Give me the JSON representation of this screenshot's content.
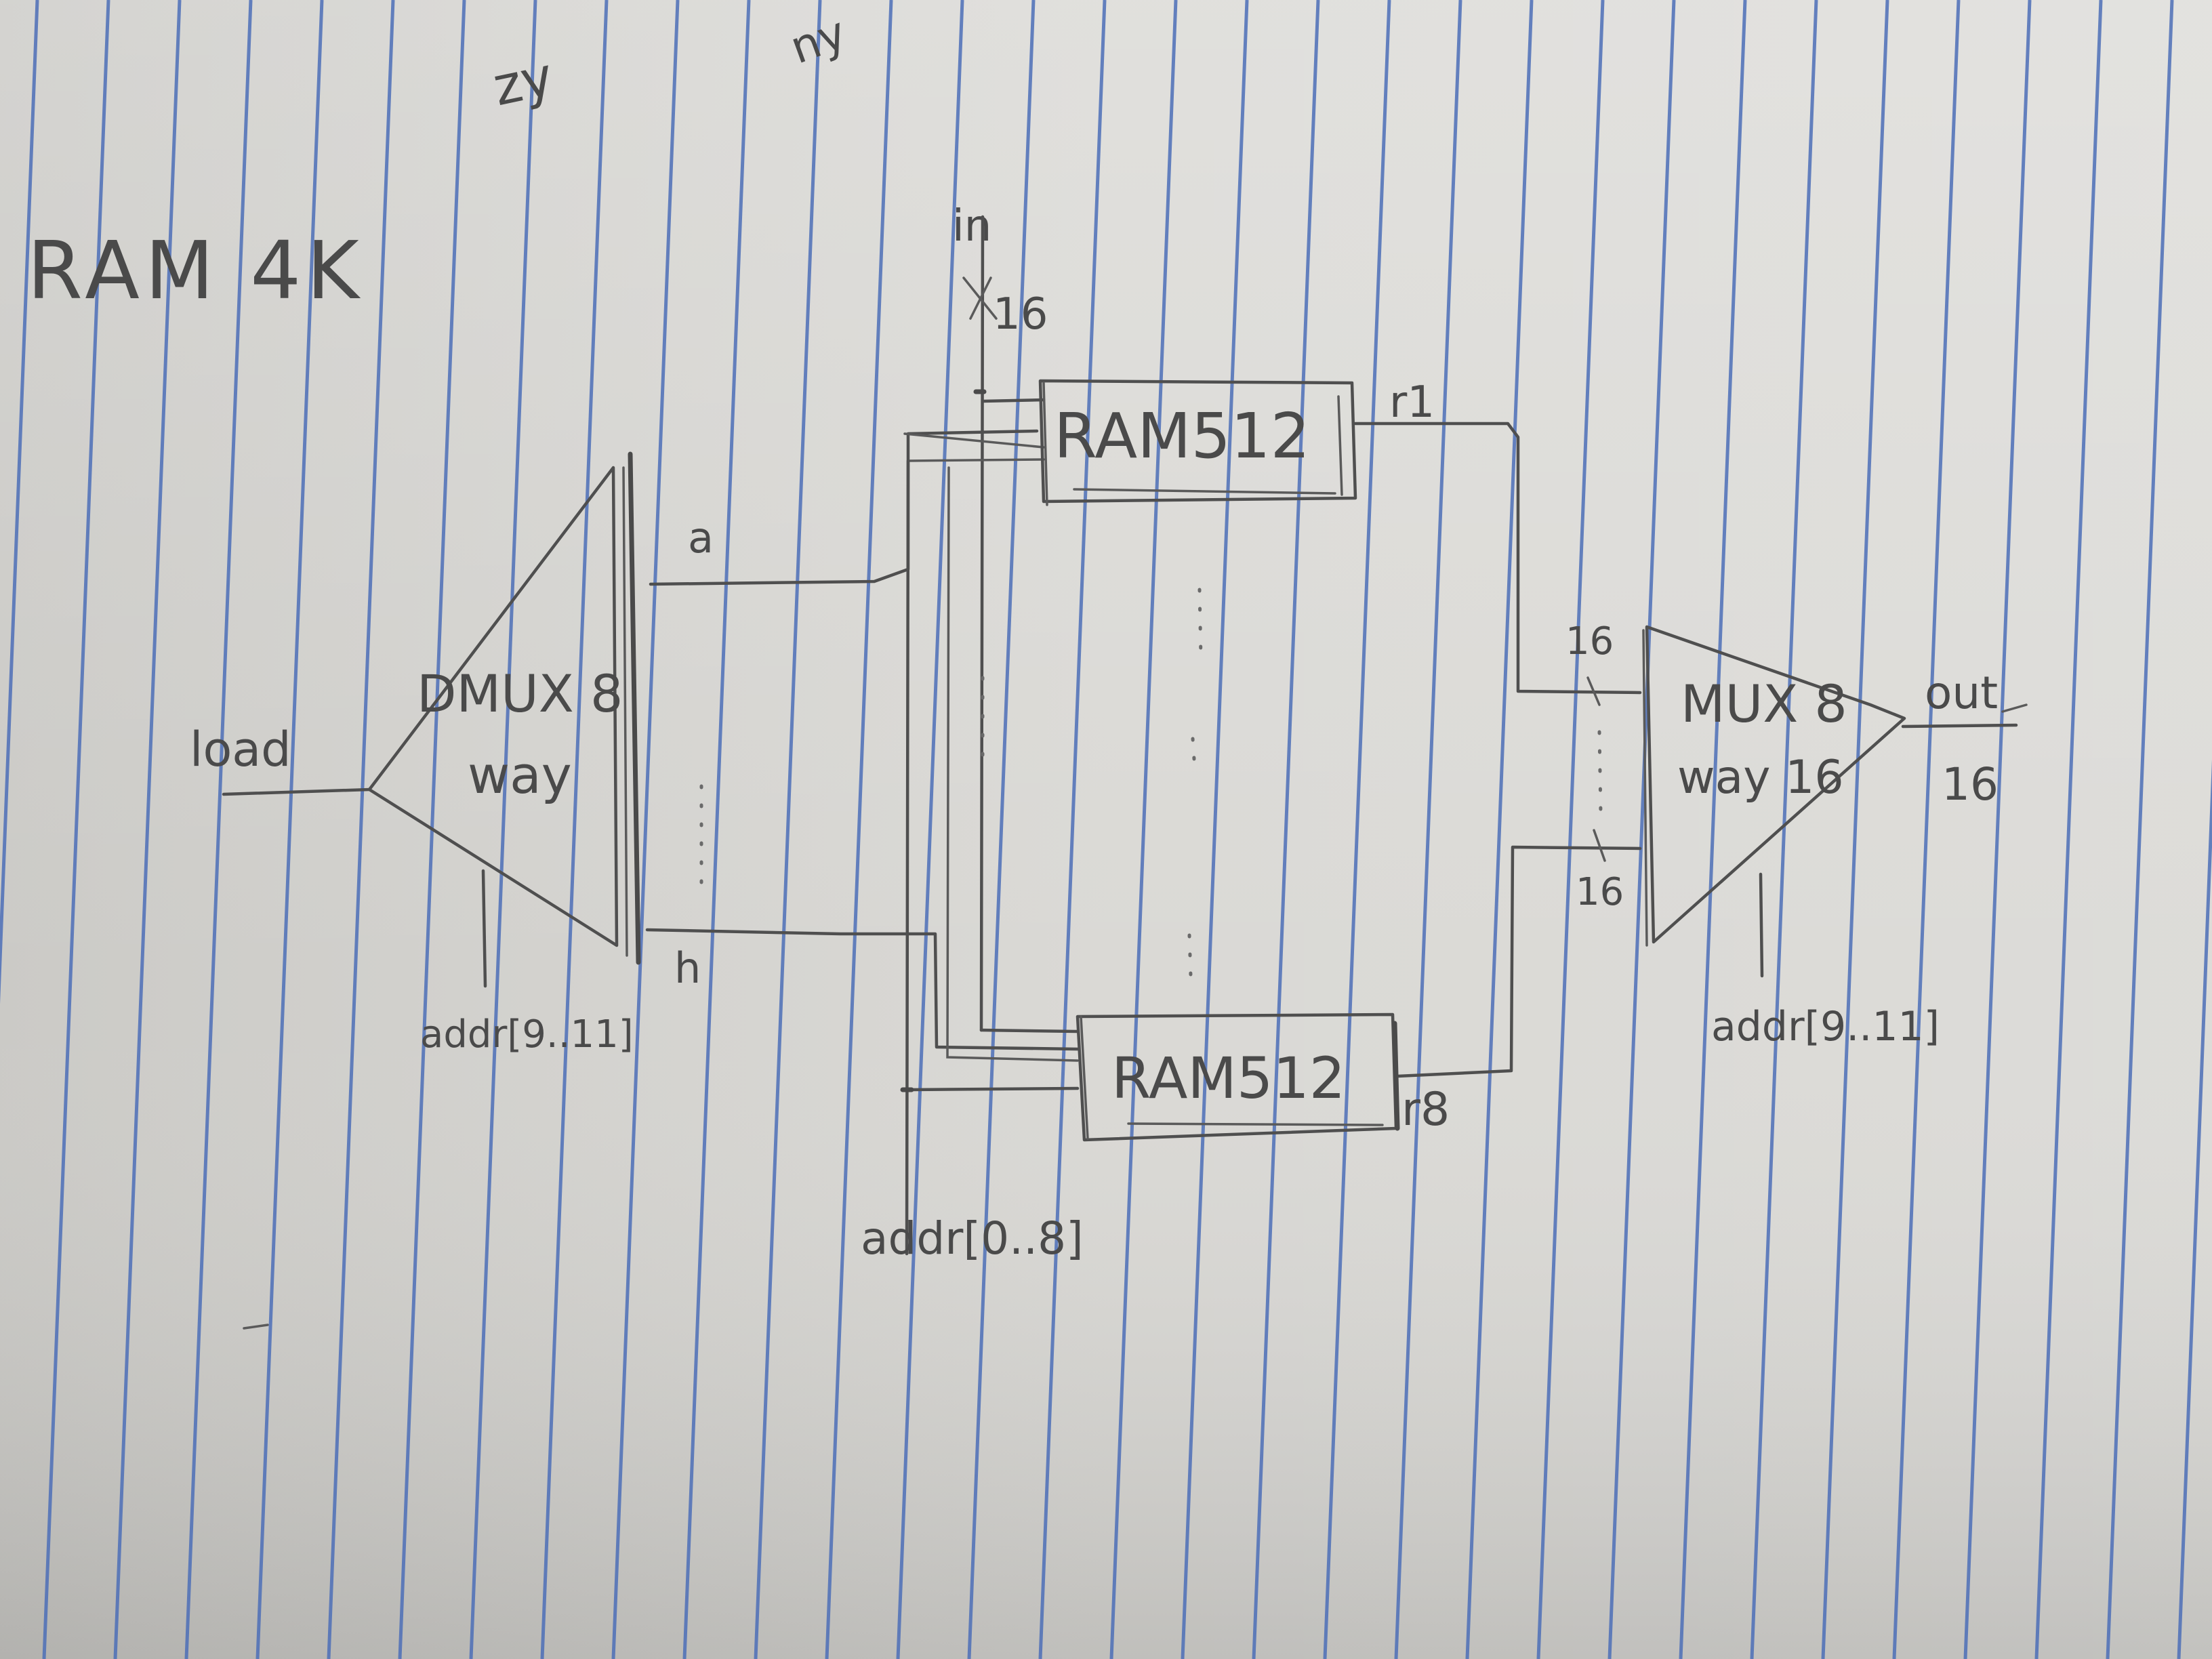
{
  "title": "RAM 4K",
  "top_scribbles": [
    "zy",
    "ny"
  ],
  "input": {
    "label": "in",
    "width": "16"
  },
  "load_label": "load",
  "demux": {
    "line1": "DMUX 8",
    "line2": "way",
    "out_first": "a",
    "out_last": "h",
    "sel_label": "addr[9..11]"
  },
  "ram_top": {
    "label": "RAM512",
    "out": "r1"
  },
  "ram_bottom": {
    "label": "RAM512",
    "out": "r8"
  },
  "addr_low_label": "addr[0..8]",
  "mux": {
    "line1": "MUX 8",
    "line2": "way 16",
    "in_width_top": "16",
    "in_width_bottom": "16",
    "sel_label": "addr[9..11]"
  },
  "output": {
    "label": "out",
    "width": "16"
  },
  "colors": {
    "paper": "#d7d6d2",
    "rule": "#4d6fb8",
    "pencil": "#4f4f4f"
  }
}
